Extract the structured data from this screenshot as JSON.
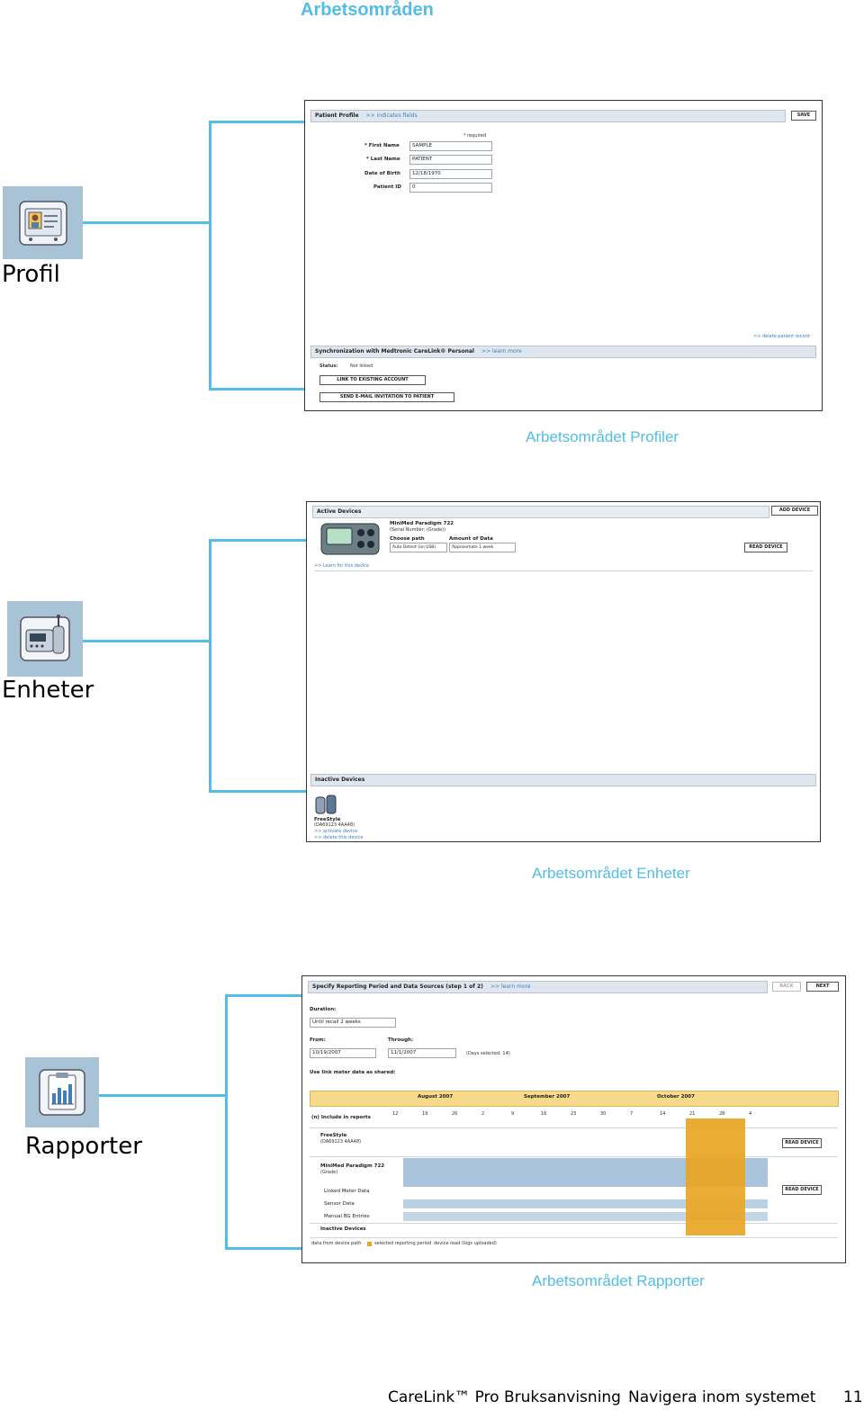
{
  "page_heading": "Arbetsområden",
  "sections": {
    "profil": {
      "label": "Profil",
      "icon": "patient-profile-icon",
      "caption": "Arbetsområdet Profiler",
      "screen": {
        "bar_title": "Patient Profile",
        "bar_link": ">> indicates fields",
        "save_label": "SAVE",
        "required_note": "* required",
        "fields": [
          {
            "label": "* First Name",
            "value": "SAMPLE"
          },
          {
            "label": "* Last Name",
            "value": "PATIENT"
          },
          {
            "label": "Date of Birth",
            "value": "12/18/1970"
          },
          {
            "label": "Patient ID",
            "value": "0"
          }
        ],
        "delete_link": ">> delete patient record",
        "sync_title": "Synchronization with Medtronic CareLink® Personal",
        "sync_link": ">> learn more",
        "status_label": "Status:",
        "status_value": "Not linked",
        "link_button": "LINK TO EXISTING ACCOUNT",
        "invite_button": "SEND E-MAIL INVITATION TO PATIENT"
      }
    },
    "enheter": {
      "label": "Enheter",
      "icon": "insulin-pump-icon",
      "caption": "Arbetsområdet Enheter",
      "screen": {
        "active_title": "Active Devices",
        "add_device": "ADD DEVICE",
        "pump_name": "MiniMed Paradigm 722",
        "pump_serial": "(Serial Number: (Grade))",
        "choose_path": "Choose path",
        "amount_of_data": "Amount of Data",
        "path_value": "Auto Detect (on USB)",
        "amount_value": "Approximate 1 week",
        "read_device": "READ DEVICE",
        "learn_link": ">> Learn for this device",
        "inactive_title": "Inactive Devices",
        "meter_name": "FreeStyle",
        "meter_serial": "(DA69123 4AA48)",
        "activate_link": ">> activate device",
        "delete_link": ">> delete this device"
      }
    },
    "rapporter": {
      "label": "Rapporter",
      "icon": "report-chart-icon",
      "caption": "Arbetsområdet Rapporter",
      "screen": {
        "title": "Specify Reporting Period and Data Sources (step 1 of 2)",
        "title_link": ">> learn more",
        "back": "BACK",
        "next": "NEXT",
        "duration_label": "Duration:",
        "duration_value": "Until recall 2 weeks",
        "from_label": "From:",
        "from_value": "10/19/2007",
        "through_label": "Through:",
        "through_value": "11/1/2007",
        "days_selected": "(Days selected: 14)",
        "use_link_label": "Use link meter data as shared:",
        "months": [
          "August 2007",
          "September 2007",
          "October 2007"
        ],
        "day_ticks": [
          "12",
          "19",
          "26",
          "2",
          "9",
          "16",
          "23",
          "30",
          "7",
          "14",
          "21",
          "28",
          "4"
        ],
        "include_label": "(n) Include in reports",
        "rows": [
          {
            "name": "FreeStyle",
            "sub": "(DA69123 4AA48)",
            "button": "READ DEVICE"
          },
          {
            "name": "MiniMed Paradigm 722",
            "sub": "(Grade)",
            "button": "READ DEVICE"
          }
        ],
        "sub_rows": [
          "Linked Meter Data",
          "Sensor Data",
          "Manual BG Entries"
        ],
        "inactive_row": "Inactive Devices",
        "legend": [
          "data from device path",
          "selected reporting period",
          "device read (logs uploaded)"
        ]
      }
    }
  },
  "footer": {
    "title": "CareLink™ Pro Bruksanvisning",
    "section": "Navigera inom systemet",
    "page": "11"
  },
  "colors": {
    "accent": "#52bde6",
    "icon_tile": "#a9c3d6",
    "calendar_band": "#f6d98a",
    "data_bar": "#a9c4dc",
    "selected_period": "#e9a522"
  }
}
